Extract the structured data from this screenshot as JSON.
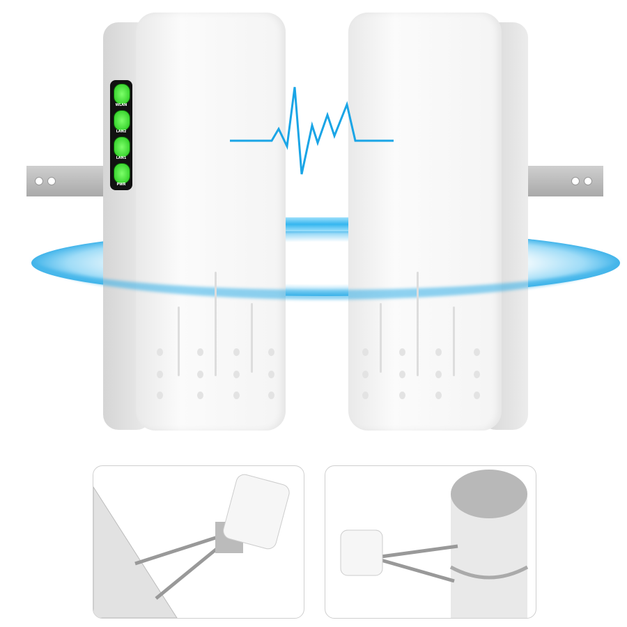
{
  "product": {
    "led_labels": [
      "WLAN",
      "LAN2",
      "LAN1",
      "PWR"
    ],
    "colors": {
      "signal_ring": "#3fb8f0",
      "pulse": "#1aa5e6",
      "led": "#3be82c"
    }
  },
  "panels": [
    {
      "name": "wall-mount-example"
    },
    {
      "name": "pole-mount-example"
    }
  ]
}
